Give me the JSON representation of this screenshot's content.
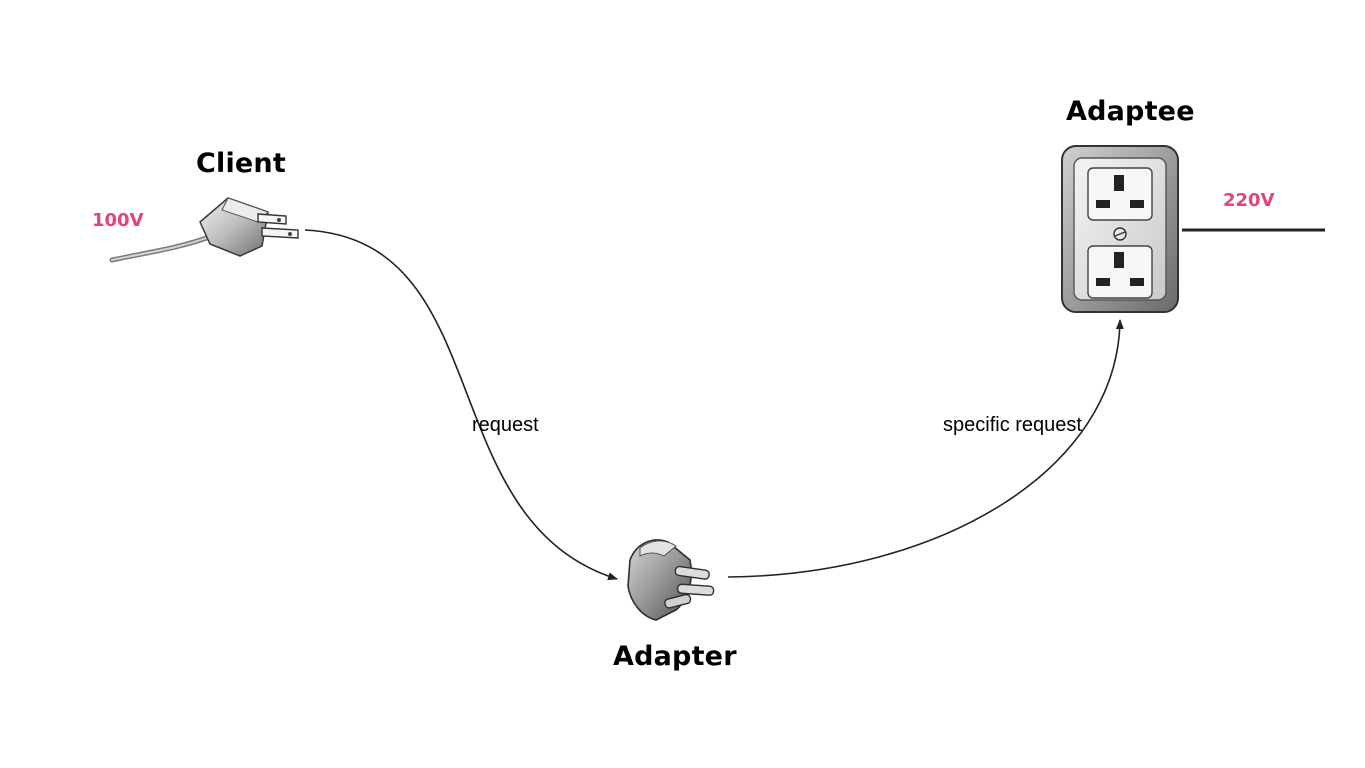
{
  "nodes": {
    "client": {
      "label": "Client",
      "voltage": "100V",
      "icon": "us-plug-icon"
    },
    "adapter": {
      "label": "Adapter",
      "icon": "adapter-plug-icon"
    },
    "adaptee": {
      "label": "Adaptee",
      "voltage": "220V",
      "icon": "wall-socket-icon"
    }
  },
  "edges": {
    "client_to_adapter": {
      "label": "request"
    },
    "adapter_to_adaptee": {
      "label": "specific request"
    }
  },
  "colors": {
    "voltage": "#e0457b",
    "line": "#222222"
  }
}
